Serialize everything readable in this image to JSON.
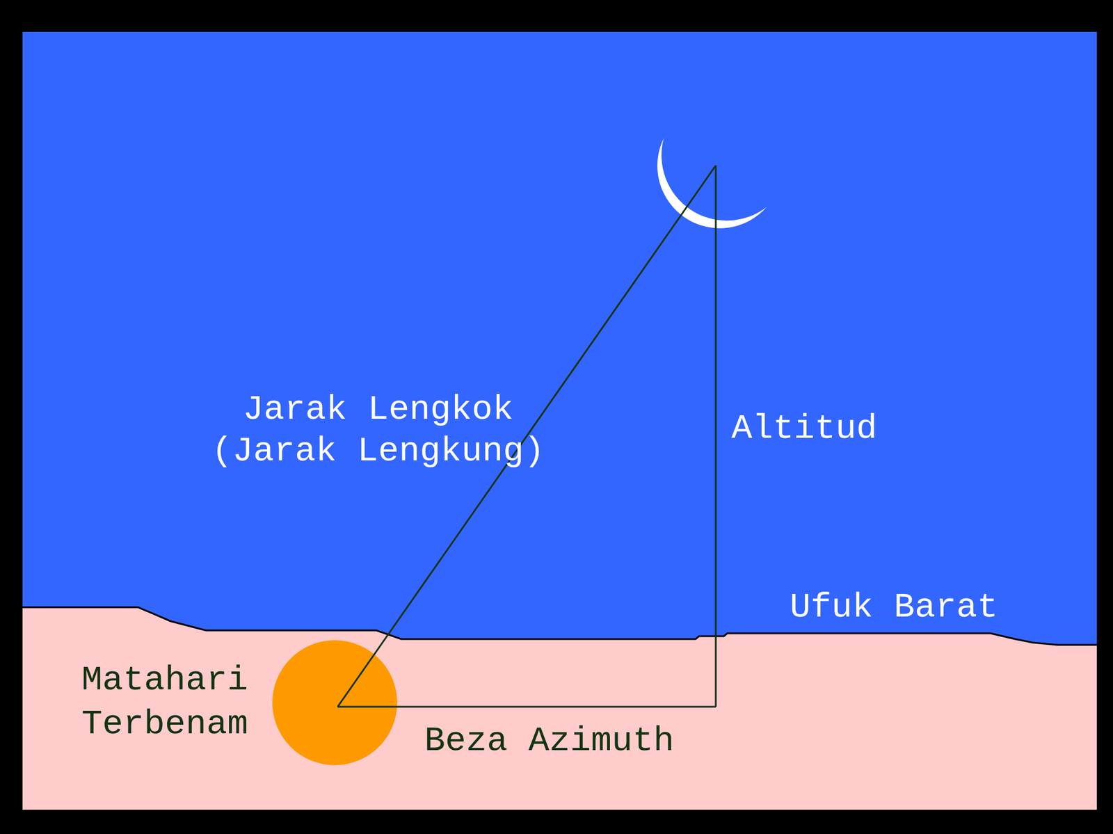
{
  "diagram": {
    "labels": [
      "Jarak Lengkok (Jarak Lengkung)",
      "Altitud",
      "Ufuk Barat",
      "Matahari Terbenam",
      "Beza Azimuth"
    ]
  }
}
